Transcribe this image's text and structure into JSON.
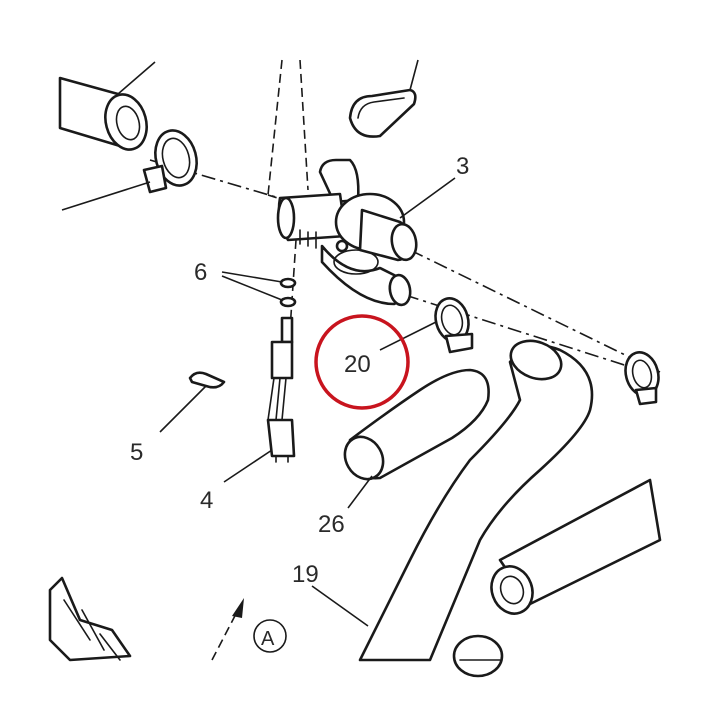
{
  "labels": {
    "p3": "3",
    "p4": "4",
    "p5": "5",
    "p6": "6",
    "p19": "19",
    "p20": "20",
    "p26": "26",
    "view": "A"
  },
  "highlight": {
    "part": "20",
    "color": "#c8141e"
  }
}
